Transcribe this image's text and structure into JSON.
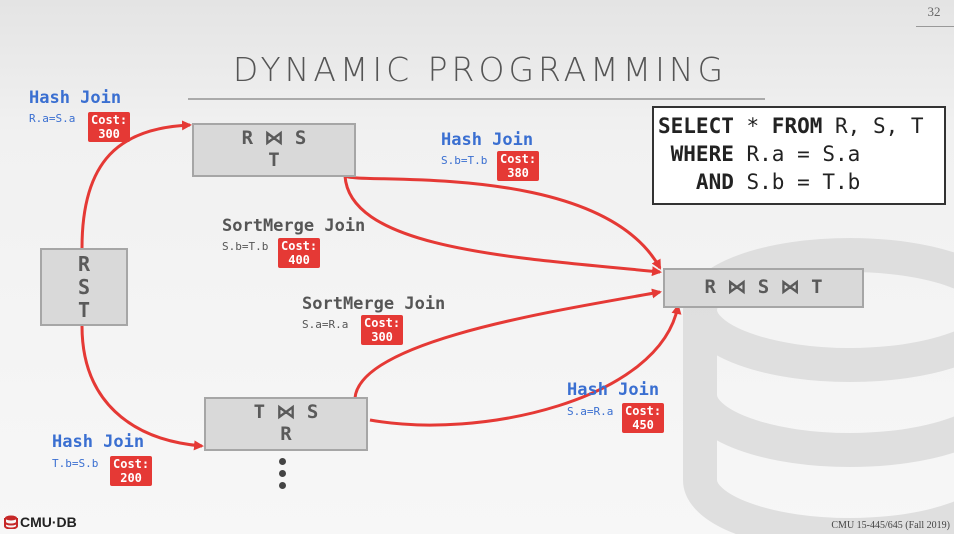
{
  "slide": {
    "page_number": "32",
    "title": "DYNAMIC PROGRAMMING",
    "footer": "CMU 15-445/645 (Fall 2019)",
    "logo_text": "CMU·DB"
  },
  "sql": {
    "line1_kw": "SELECT",
    "line1_rest": " * ",
    "line1_kw2": "FROM",
    "line1_rest2": " R, S, T",
    "line2_kw": " WHERE",
    "line2_rest": " R.a = S.a",
    "line3_kw": "   AND",
    "line3_rest": " S.b = T.b"
  },
  "nodes": {
    "start": [
      "R",
      "S",
      "T"
    ],
    "rs_t": [
      "R ⋈ S",
      "T"
    ],
    "ts_r": [
      "T ⋈ S",
      "R"
    ],
    "final": [
      "R ⋈ S ⋈ T"
    ]
  },
  "edges": {
    "e1": {
      "name": "Hash Join",
      "pred": "R.a=S.a",
      "cost_label": "Cost:",
      "cost": "300"
    },
    "e2": {
      "name": "Hash Join",
      "pred": "S.b=T.b",
      "cost_label": "Cost:",
      "cost": "380"
    },
    "e3": {
      "name": "SortMerge Join",
      "pred": "S.b=T.b",
      "cost_label": "Cost:",
      "cost": "400"
    },
    "e4": {
      "name": "SortMerge Join",
      "pred": "S.a=R.a",
      "cost_label": "Cost:",
      "cost": "300"
    },
    "e5": {
      "name": "Hash Join",
      "pred": "S.a=R.a",
      "cost_label": "Cost:",
      "cost": "450"
    },
    "e6": {
      "name": "Hash Join",
      "pred": "T.b=S.b",
      "cost_label": "Cost:",
      "cost": "200"
    }
  },
  "colors": {
    "edge": "#e53935",
    "cost_bg": "#e53935",
    "hash_join": "#3a6fd1",
    "sortmerge_join": "#555555",
    "node_fill": "#d9d9d9"
  }
}
